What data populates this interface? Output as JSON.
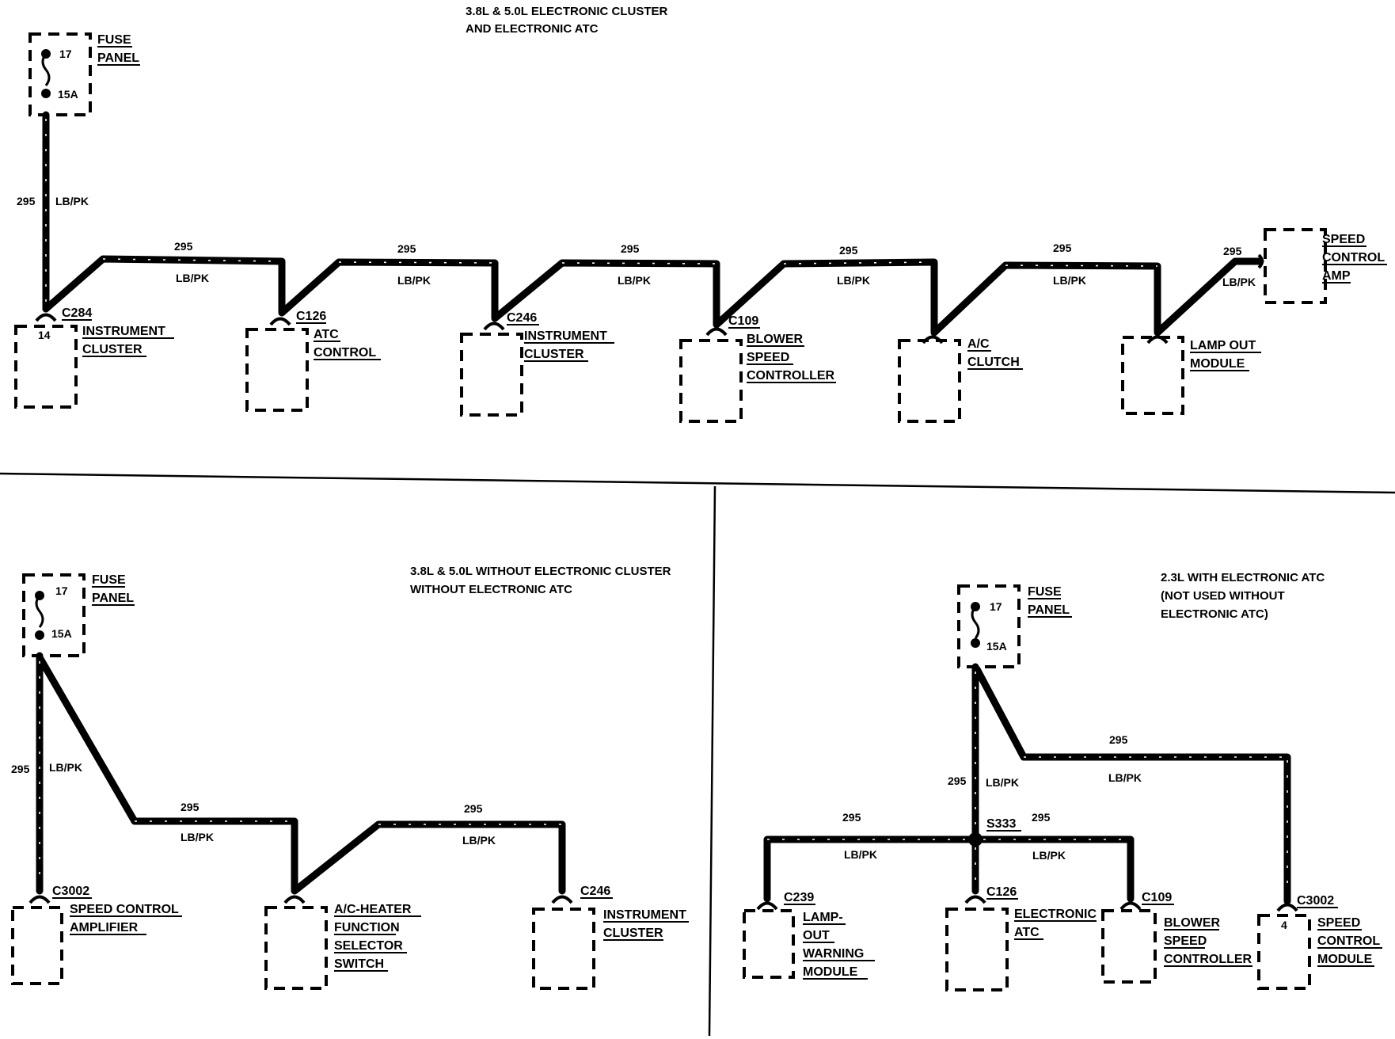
{
  "colors": {
    "ink": "#000000",
    "paper": "#ffffff"
  },
  "top": {
    "title_line1": "3.8L & 5.0L ELECTRONIC CLUSTER",
    "title_line2": "AND ELECTRONIC ATC",
    "fuse": {
      "label1": "FUSE",
      "label2": "PANEL",
      "number": "17",
      "rating": "15A"
    },
    "wire": {
      "circuit": "295",
      "color": "LB/PK"
    },
    "components": [
      {
        "connector": "C284",
        "pin": "14",
        "line1": "INSTRUMENT",
        "line2": "CLUSTER",
        "line3": ""
      },
      {
        "connector": "C126",
        "pin": "",
        "line1": "ATC",
        "line2": "CONTROL",
        "line3": ""
      },
      {
        "connector": "C246",
        "pin": "",
        "line1": "INSTRUMENT",
        "line2": "CLUSTER",
        "line3": ""
      },
      {
        "connector": "C109",
        "pin": "",
        "line1": "BLOWER",
        "line2": "SPEED",
        "line3": "CONTROLLER"
      },
      {
        "connector": "",
        "pin": "",
        "line1": "A/C",
        "line2": "CLUTCH",
        "line3": ""
      },
      {
        "connector": "",
        "pin": "",
        "line1": "LAMP OUT",
        "line2": "MODULE",
        "line3": ""
      },
      {
        "connector": "",
        "pin": "",
        "line1": "SPEED",
        "line2": "CONTROL",
        "line3": "AMP"
      }
    ]
  },
  "bottom_left": {
    "title_line1": "3.8L & 5.0L WITHOUT ELECTRONIC CLUSTER",
    "title_line2": "WITHOUT ELECTRONIC ATC",
    "fuse": {
      "label1": "FUSE",
      "label2": "PANEL",
      "number": "17",
      "rating": "15A"
    },
    "wire": {
      "circuit": "295",
      "color": "LB/PK"
    },
    "components": [
      {
        "connector": "C3002",
        "line1": "SPEED CONTROL",
        "line2": "AMPLIFIER",
        "line3": "",
        "line4": ""
      },
      {
        "connector": "",
        "line1": "A/C-HEATER",
        "line2": "FUNCTION",
        "line3": "SELECTOR",
        "line4": "SWITCH"
      },
      {
        "connector": "C246",
        "line1": "INSTRUMENT",
        "line2": "CLUSTER",
        "line3": "",
        "line4": ""
      }
    ]
  },
  "bottom_right": {
    "title_line1": "2.3L WITH ELECTRONIC ATC",
    "title_line2": "(NOT USED WITHOUT",
    "title_line3": "ELECTRONIC ATC)",
    "fuse": {
      "label1": "FUSE",
      "label2": "PANEL",
      "number": "17",
      "rating": "15A"
    },
    "wire": {
      "circuit": "295",
      "color": "LB/PK"
    },
    "splice": "S333",
    "components": [
      {
        "connector": "C239",
        "pin": "",
        "line1": "LAMP-",
        "line2": "OUT",
        "line3": "WARNING",
        "line4": "MODULE"
      },
      {
        "connector": "C126",
        "pin": "",
        "line1": "ELECTRONIC",
        "line2": "ATC",
        "line3": "",
        "line4": ""
      },
      {
        "connector": "C109",
        "pin": "",
        "line1": "BLOWER",
        "line2": "SPEED",
        "line3": "CONTROLLER",
        "line4": ""
      },
      {
        "connector": "C3002",
        "pin": "4",
        "line1": "SPEED",
        "line2": "CONTROL",
        "line3": "MODULE",
        "line4": ""
      }
    ]
  }
}
